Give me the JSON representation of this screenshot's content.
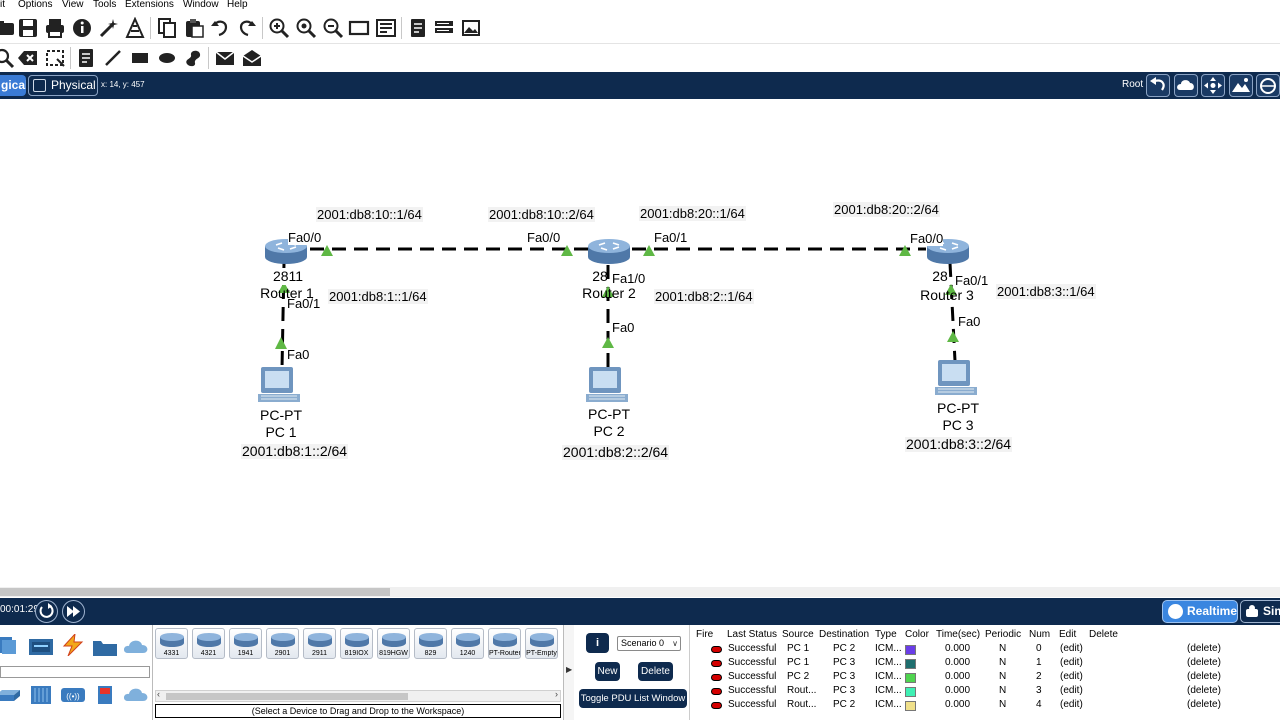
{
  "menu": [
    "it",
    "Options",
    "View",
    "Tools",
    "Extensions",
    "Window",
    "Help"
  ],
  "nav": {
    "logical_tab": "gical",
    "physical_tab": "Physical",
    "cursor_coords": "x: 14, y: 457",
    "root_label": "Root"
  },
  "topology": {
    "routers": [
      {
        "model": "2811",
        "name": "Router 1"
      },
      {
        "model": "28",
        "name": "Router 2"
      },
      {
        "model": "28",
        "name": "Router 3"
      }
    ],
    "pcs": [
      {
        "type": "PC-PT",
        "name": "PC 1",
        "ipv6": "2001:db8:1::2/64"
      },
      {
        "type": "PC-PT",
        "name": "PC 2",
        "ipv6": "2001:db8:2::2/64"
      },
      {
        "type": "PC-PT",
        "name": "PC 3",
        "ipv6": "2001:db8:3::2/64"
      }
    ],
    "interface_addresses": {
      "r1_fa0_0": "2001:db8:10::1/64",
      "r2_fa0_0": "2001:db8:10::2/64",
      "r2_fa0_1": "2001:db8:20::1/64",
      "r3_fa0_0": "2001:db8:20::2/64",
      "r1_fa0_1": "2001:db8:1::1/64",
      "r2_fa1_0": "2001:db8:2::1/64",
      "r3_fa0_1": "2001:db8:3::1/64"
    },
    "ports": {
      "r1_left": "Fa0/0",
      "r2_left": "Fa0/0",
      "r2_right": "Fa0/1",
      "r3_left": "Fa0/0",
      "r1_down": "Fa0/1",
      "pc1_up": "Fa0",
      "r2_down": "Fa1/0",
      "pc2_up": "Fa0",
      "r3_down": "Fa0/1",
      "pc3_up": "Fa0"
    }
  },
  "bottom_bar": {
    "timer": "00:01:29",
    "realtime": "Realtime",
    "simulation": "Sim"
  },
  "device_models": [
    "4331",
    "4321",
    "1941",
    "2901",
    "2911",
    "819IOX",
    "819HGW",
    "829",
    "1240",
    "PT-Router",
    "PT-Empty"
  ],
  "device_hint": "(Select a Device to Drag and Drop to the Workspace)",
  "scenario": {
    "selected": "Scenario 0",
    "new_label": "New",
    "delete_label": "Delete",
    "toggle_label": "Toggle PDU List Window"
  },
  "pdu_table": {
    "headers": [
      "Fire",
      "Last Status",
      "Source",
      "Destination",
      "Type",
      "Color",
      "Time(sec)",
      "Periodic",
      "Num",
      "Edit",
      "Delete"
    ],
    "rows": [
      {
        "status": "Successful",
        "source": "PC 1",
        "destination": "PC 2",
        "type": "ICM...",
        "color": "#6a3de8",
        "time": "0.000",
        "periodic": "N",
        "num": "0",
        "edit": "(edit)",
        "delete": "(delete)"
      },
      {
        "status": "Successful",
        "source": "PC 1",
        "destination": "PC 3",
        "type": "ICM...",
        "color": "#1e6e6e",
        "time": "0.000",
        "periodic": "N",
        "num": "1",
        "edit": "(edit)",
        "delete": "(delete)"
      },
      {
        "status": "Successful",
        "source": "PC 2",
        "destination": "PC 3",
        "type": "ICM...",
        "color": "#4fd44f",
        "time": "0.000",
        "periodic": "N",
        "num": "2",
        "edit": "(edit)",
        "delete": "(delete)"
      },
      {
        "status": "Successful",
        "source": "Rout...",
        "destination": "PC 3",
        "type": "ICM...",
        "color": "#3ff0b4",
        "time": "0.000",
        "periodic": "N",
        "num": "3",
        "edit": "(edit)",
        "delete": "(delete)"
      },
      {
        "status": "Successful",
        "source": "Rout...",
        "destination": "PC 2",
        "type": "ICM...",
        "color": "#f0e08a",
        "time": "0.000",
        "periodic": "N",
        "num": "4",
        "edit": "(edit)",
        "delete": "(delete)"
      }
    ]
  }
}
